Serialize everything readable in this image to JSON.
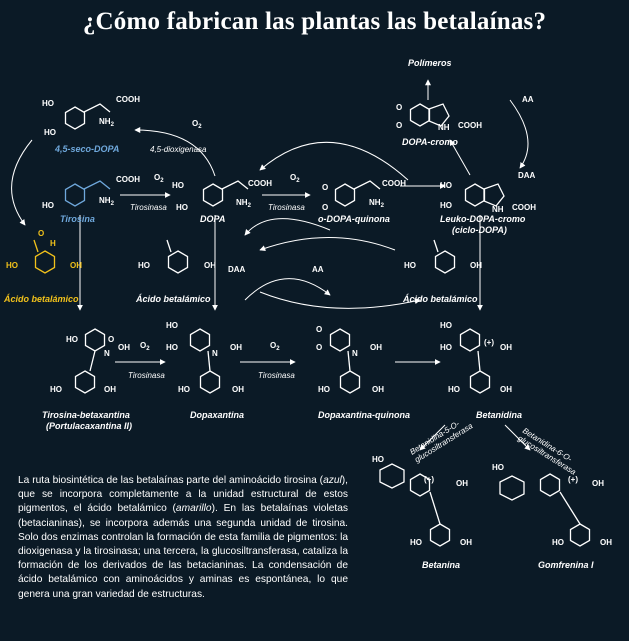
{
  "title": "¿Cómo fabrican las plantas las betalaínas?",
  "compounds": {
    "seco_dopa": "4,5-seco-DOPA",
    "tirosina": "Tirosina",
    "acido_betalamico": "Ácido betalámico",
    "dopa": "DOPA",
    "o_dopa_quinona": "o-DOPA-quinona",
    "leuko_dopa_cromo": "Leuko-DOPA-cromo",
    "ciclo_dopa": "(ciclo-DOPA)",
    "dopa_cromo": "DOPA-cromo",
    "polimeros": "Polímeros",
    "tirosina_betaxantina": "Tirosina-betaxantina",
    "portulacaxantina": "(Portulacaxantina II)",
    "dopaxantina": "Dopaxantina",
    "dopaxantina_quinona": "Dopaxantina-quinona",
    "betanidina": "Betanidina",
    "betanina": "Betanina",
    "gomfrenina": "Gomfrenina I"
  },
  "reactions": {
    "dioxigenasa": "4,5-dioxigenasa",
    "tirosinasa": "Tirosinasa",
    "o2": "O",
    "o2_sub": "2",
    "daa": "DAA",
    "aa": "AA",
    "glucosil_5": "Betanidina-5-O-",
    "glucosil_5b": "glucosiltransferasa",
    "glucosil_6": "Betanidina-6-O-",
    "glucosil_6b": "glucosiltransferasa"
  },
  "atoms": {
    "ho": "HO",
    "oh": "OH",
    "cooh": "COOH",
    "nh2": "NH",
    "nh2_sub": "2",
    "nh": "NH",
    "n": "N",
    "h": "H",
    "o": "O",
    "plus": "(+)"
  },
  "caption": {
    "p1": "La ruta biosintética de las betalaínas parte del aminoácido tirosina (",
    "azul": "azul",
    "p2": "), que se incorpora completamente a la unidad estructural de estos pigmentos, el ácido betalámico (",
    "amarillo": "amarillo",
    "p3": "). En las betalaínas violetas (betacianinas), se incorpora además una segunda unidad de tirosina. Solo dos enzimas controlan la formación de esta familia de pigmentos: la dioxigenasa y la tirosinasa; una tercera, la glucosiltransferasa, cataliza la formación de los derivados de las betacianinas. La condensación de ácido betalámico con aminoácidos y aminas es espontánea, lo que genera una gran variedad de estructuras."
  },
  "colors": {
    "background": "#0b1a26",
    "tyrosine": "#6fa8dc",
    "betalamic": "#f2c21b",
    "text": "#ffffff"
  }
}
